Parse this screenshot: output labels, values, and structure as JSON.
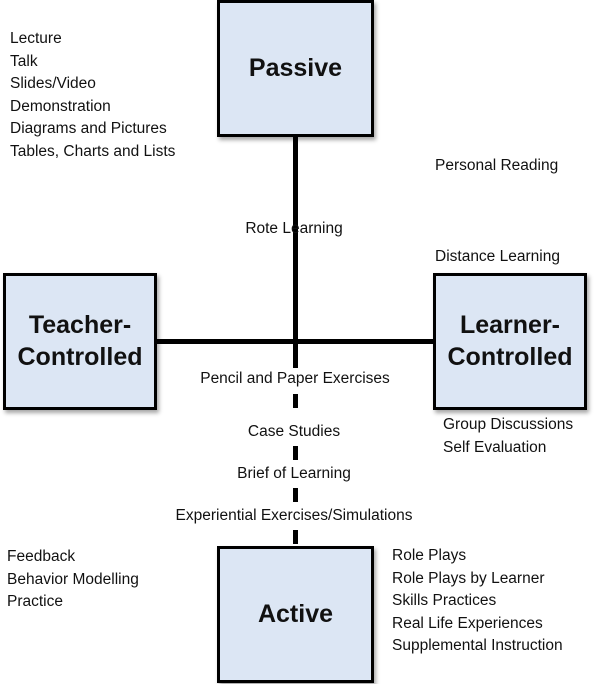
{
  "boxes": {
    "passive": "Passive",
    "active": "Active",
    "teacher_line1": "Teacher-",
    "teacher_line2": "Controlled",
    "learner_line1": "Learner-",
    "learner_line2": "Controlled"
  },
  "top_left_list": [
    "Lecture",
    "Talk",
    "Slides/Video",
    "Demonstration",
    "Diagrams and Pictures",
    "Tables, Charts and Lists"
  ],
  "top_right_labels": {
    "personal_reading": "Personal Reading",
    "distance_learning": "Distance Learning"
  },
  "axis_labels": {
    "rote_learning": "Rote Learning",
    "pencil_paper": "Pencil and Paper Exercises",
    "case_studies": "Case Studies",
    "brief_of_learning": "Brief of Learning",
    "experiential": "Experiential Exercises/Simulations"
  },
  "right_middle_list": [
    "Group Discussions",
    "Self Evaluation"
  ],
  "bottom_left_list": [
    "Feedback",
    "Behavior Modelling",
    "Practice"
  ],
  "bottom_right_list": [
    "Role Plays",
    "Role Plays by Learner",
    "Skills Practices",
    "Real Life Experiences",
    "Supplemental Instruction"
  ],
  "colors": {
    "box_fill": "#dce6f4",
    "line": "#000000"
  }
}
